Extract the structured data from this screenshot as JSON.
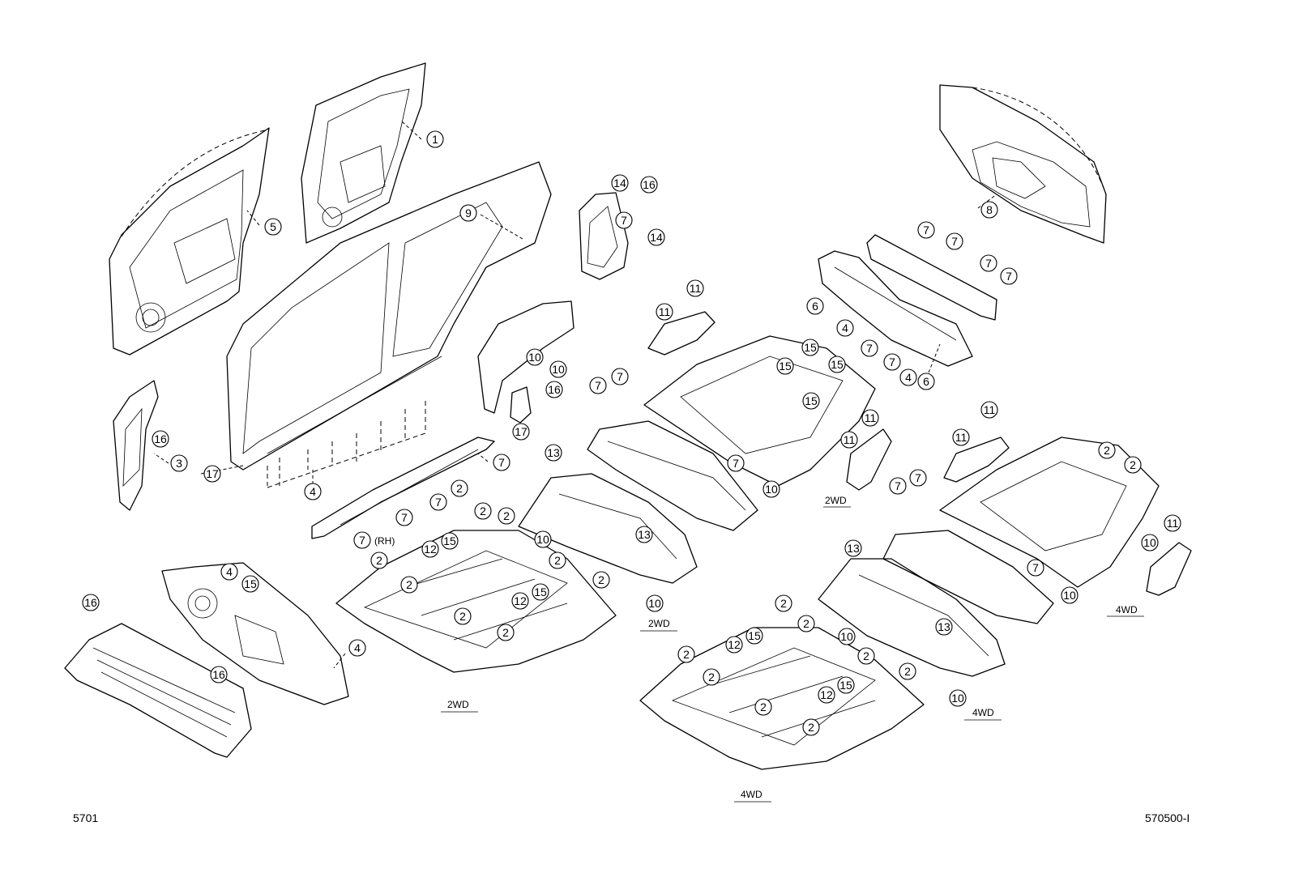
{
  "footer": {
    "left_code": "5701",
    "right_code": "570500-I"
  },
  "variants": {
    "two_wd": "2WD",
    "four_wd": "4WD"
  },
  "side_note": {
    "rh": "(RH)"
  },
  "callouts": [
    "1",
    "5",
    "14",
    "16",
    "7",
    "14",
    "9",
    "8",
    "7",
    "7",
    "7",
    "7",
    "6",
    "4",
    "7",
    "7",
    "4",
    "6",
    "11",
    "11",
    "15",
    "15",
    "15",
    "15",
    "10",
    "10",
    "16",
    "17",
    "7",
    "7",
    "11",
    "11",
    "11",
    "16",
    "3",
    "17",
    "4",
    "7",
    "2",
    "7",
    "7",
    "7",
    "2",
    "2",
    "2",
    "2",
    "2",
    "2",
    "15",
    "12",
    "12",
    "15",
    "2",
    "2",
    "13",
    "13",
    "10",
    "10",
    "7",
    "7",
    "10",
    "13",
    "13",
    "10",
    "4",
    "15",
    "4",
    "16",
    "16",
    "2",
    "2",
    "2",
    "2",
    "15",
    "12",
    "12",
    "15",
    "2",
    "2",
    "2",
    "2",
    "2",
    "11",
    "11",
    "10",
    "7",
    "10"
  ]
}
